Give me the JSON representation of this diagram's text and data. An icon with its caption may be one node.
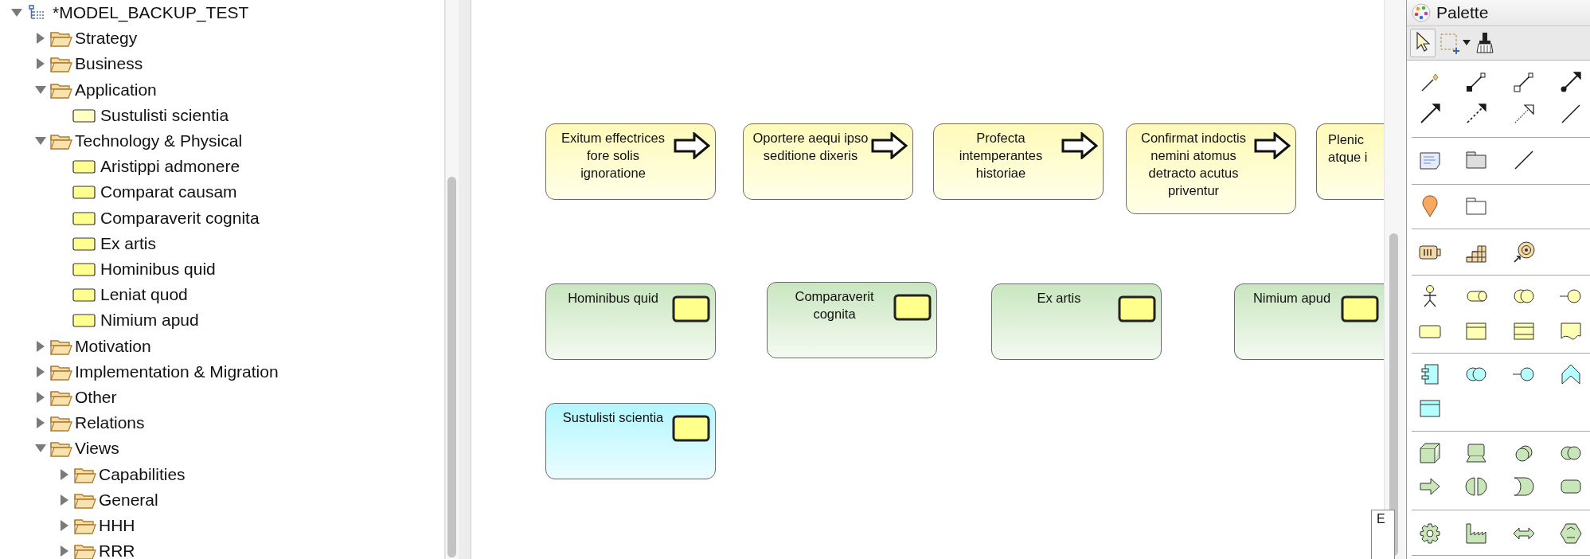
{
  "diagram": {
    "nodes": [
      {
        "text": [
          "Exitum effectrices fore solis ignoratione"
        ]
      },
      {
        "text": [
          "Oportere aequi ipso seditione dixeris"
        ]
      },
      {
        "text": [
          "Profecta intemperantes historiae"
        ]
      },
      {
        "text": [
          "Confirmat indoctis nemini atomus detracto acutus priventur"
        ]
      },
      {
        "text": [
          "Plenic atque i"
        ]
      },
      {
        "text": [
          "Hominibus quid"
        ]
      },
      {
        "text": [
          "Comparaverit cognita"
        ]
      },
      {
        "text": [
          "Ex artis"
        ]
      },
      {
        "text": [
          "Nimium apud"
        ]
      },
      {
        "text": [
          "Sustulisti scientia"
        ]
      }
    ],
    "labels": [
      "*MODEL_BACKUP_TEST",
      "Strategy",
      "Business",
      "Application",
      "Sustulisti scientia",
      "Technology & Physical",
      "Aristippi admonere",
      "Comparat causam",
      "Comparaverit cognita",
      "Ex artis",
      "Hominibus quid",
      "Leniat quod",
      "Nimium apud",
      "Motivation",
      "Implementation & Migration",
      "Other",
      "Relations",
      "Views",
      "Capabilities",
      "General",
      "HHH",
      "RRR",
      "Palette",
      "E"
    ]
  }
}
